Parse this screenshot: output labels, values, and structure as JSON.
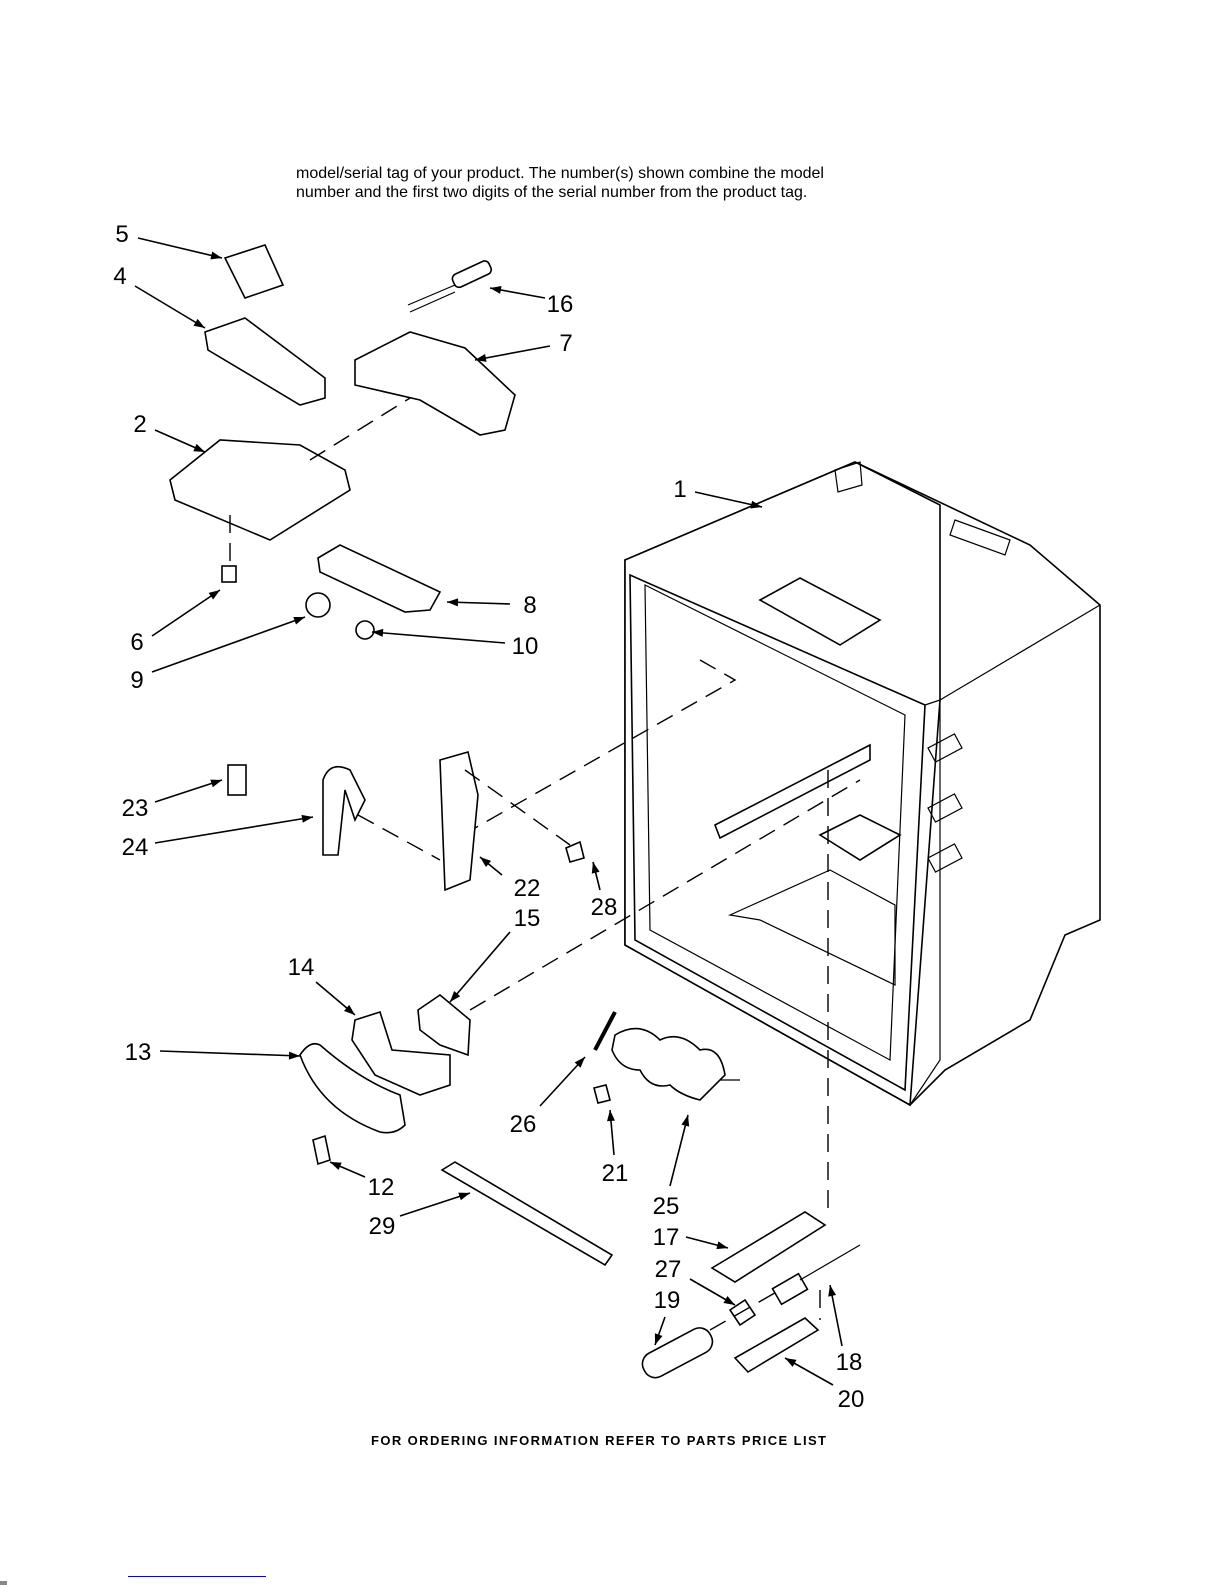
{
  "intro_text": {
    "line1": "model/serial tag of your product. The number(s) shown combine the model",
    "line2": "number and the first two digits of the serial number from the product tag."
  },
  "footer_text": "FOR ORDERING INFORMATION REFER TO PARTS PRICE LIST",
  "callouts": [
    "5",
    "4",
    "16",
    "7",
    "2",
    "1",
    "8",
    "6",
    "10",
    "9",
    "23",
    "24",
    "22",
    "15",
    "28",
    "14",
    "13",
    "26",
    "21",
    "25",
    "12",
    "29",
    "17",
    "27",
    "19",
    "18",
    "20"
  ]
}
